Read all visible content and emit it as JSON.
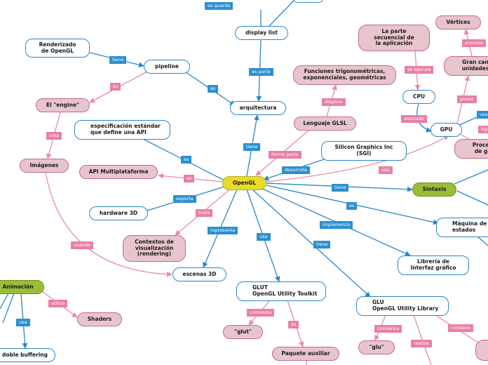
{
  "colors": {
    "blue_edge": "#2b86c8",
    "pink_edge": "#e88aac",
    "blue_label": "#2b8fd0",
    "pink_label": "#e87fa6",
    "pink_node": "#e8c5cd",
    "green_node": "#9bbd36",
    "yellow_node": "#e8dc2a"
  },
  "nodes": {
    "opengl": "OpenGL",
    "renderizado": "Renderizado\nde OpenGL",
    "pipeline": "pipeline",
    "display_list": "display list",
    "arquitectura": "arquitectura",
    "engine": "El \"engine\"",
    "imagenes": "Imágenes",
    "especificacion": "especificación estándar\nque define una API",
    "api_multiplataforma": "API Multiplataforma",
    "hardware_3d": "hardware 3D",
    "contextos": "Contextos de\nvisualización\n(rendering)",
    "escenas_3d": "escenas 3D",
    "glut": "GLUT\nOpenGL Utility Toolkit",
    "glut_q": "\"glut\"",
    "paquete_auxiliar": "Paquete auxiliar",
    "glu": "GLU\nOpenGL Utility Library",
    "glu_q": "\"glu\"",
    "libreria": "Librería de\nInterfaz gráfico",
    "maquina": "Máquina de\nestados",
    "sintaxis": "Sintaxis",
    "sgi": "Silicon Graphics Inc\n(SGI)",
    "glsl": "Lenguaje GLSL",
    "funciones": "Funciones trigonométricas,\nexponenciales, geométricas",
    "parte_secuencial": "La parte\nsecuencial de\nla aplicación",
    "cpu": "CPU",
    "gpu": "GPU",
    "vertices": "Vértices",
    "gran_cantidad": "Gran can\nunidades",
    "procesa_graficos": "Proces\nde gr",
    "animacion": "Animación",
    "shaders": "Shaders",
    "doble_buffering": "doble buffering"
  },
  "labels": {
    "se_guarda": "se guarda",
    "tiene_pipeline": "tiene",
    "es_engine": "es",
    "es_parte": "es parte",
    "es_arquitectura": "es",
    "crea": "crea",
    "usando": "usando",
    "es_especificacion": "es",
    "es_api": "es",
    "soporta": "soporta",
    "trata": "trata",
    "representa": "representa",
    "usa_glut": "usa",
    "tiene_arquitectura": "tiene",
    "forma_parte": "forma parte",
    "dispone": "dispone",
    "desarrolla": "desarrolla",
    "usa_gpu": "usa",
    "tiene_sintaxis": "tiene",
    "es_maquina": "es",
    "implementa": "implementa",
    "tiene_glu": "tiene",
    "comienza_glut": "comienza",
    "es_paquete": "es",
    "comienza_glu": "comienza",
    "realiza": "realiza",
    "contiene": "contiene",
    "se_ejecuta": "se ejecuta",
    "asociado": "asociado",
    "posee": "posee",
    "procesa": "procesa",
    "usa_right": "usa",
    "liga": "liga",
    "utiliza": "utiliza",
    "usa_anim": "usa"
  }
}
